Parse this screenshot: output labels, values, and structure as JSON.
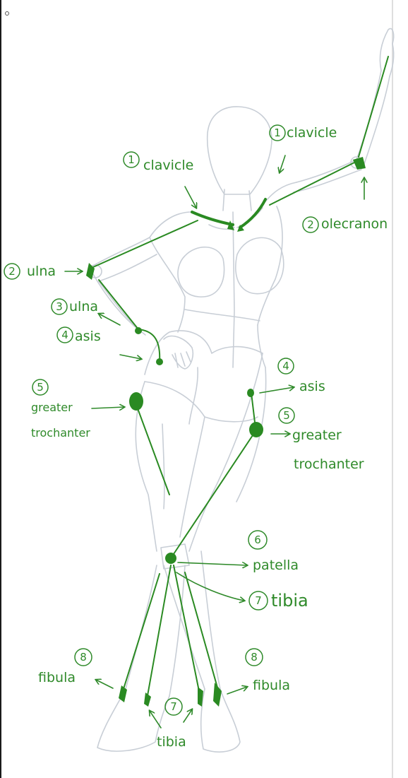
{
  "colors": {
    "sketch": "#c8ced6",
    "annotation": "#2f8a2a",
    "landmark": "#2a8a22"
  },
  "labels": {
    "clavicle_left": {
      "num": "1",
      "text": "clavicle"
    },
    "clavicle_right": {
      "num": "1",
      "text": "clavicle"
    },
    "olecranon": {
      "num": "2",
      "text": "olecranon"
    },
    "ulna_2": {
      "num": "2",
      "text": "ulna"
    },
    "ulna_3": {
      "num": "3",
      "text": "ulna"
    },
    "asis_left": {
      "num": "4",
      "text": "asis"
    },
    "asis_right": {
      "num": "4",
      "text": "asis"
    },
    "greater_trochanter_left": {
      "num": "5",
      "line1": "greater",
      "line2": "trochanter"
    },
    "greater_trochanter_right": {
      "num": "5",
      "line1": "greater",
      "line2": "trochanter"
    },
    "patella": {
      "num": "6",
      "text": "patella"
    },
    "tibia_upper": {
      "num": "7",
      "text": "tibia"
    },
    "tibia_lower": {
      "num": "7",
      "text": "tibia"
    },
    "fibula_left": {
      "num": "8",
      "text": "fibula"
    },
    "fibula_right": {
      "num": "8",
      "text": "fibula"
    }
  }
}
